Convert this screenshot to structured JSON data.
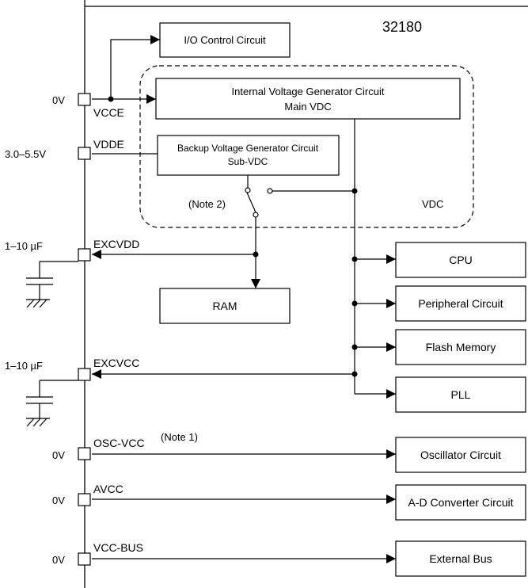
{
  "chip": {
    "name": "32180"
  },
  "boxes": {
    "io": "I/O Control Circuit",
    "main_vdc_line1": "Internal Voltage Generator Circuit",
    "main_vdc_line2": "Main VDC",
    "sub_vdc_line1": "Backup Voltage Generator Circuit",
    "sub_vdc_line2": "Sub-VDC",
    "ram": "RAM",
    "cpu": "CPU",
    "peripheral": "Peripheral Circuit",
    "flash": "Flash Memory",
    "pll": "PLL",
    "oscillator": "Oscillator Circuit",
    "adc": "A-D Converter Circuit",
    "ext_bus": "External Bus"
  },
  "pins": {
    "vcce": "VCCE",
    "vdde": "VDDE",
    "excvdd": "EXCVDD",
    "excvcc": "EXCVCC",
    "osc_vcc": "OSC-VCC",
    "avcc": "AVCC",
    "vcc_bus": "VCC-BUS"
  },
  "supplies": {
    "vcce": "0V",
    "vdde": "3.0–5.5V",
    "excvdd": "1–10 µF",
    "excvcc": "1–10 µF",
    "osc_vcc": "0V",
    "avcc": "0V",
    "vcc_bus": "0V"
  },
  "notes": {
    "note1": "(Note 1)",
    "note2": "(Note 2)",
    "vdc": "VDC"
  }
}
